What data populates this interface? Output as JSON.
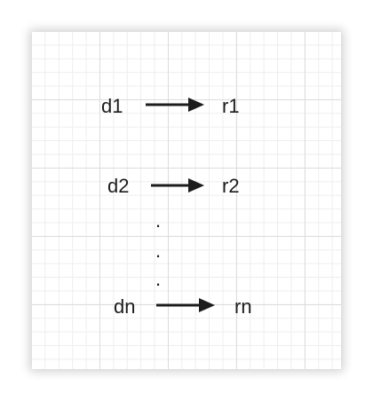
{
  "diagram": {
    "rows": [
      {
        "domain": "d1",
        "range": "r1"
      },
      {
        "domain": "d2",
        "range": "r2"
      },
      {
        "domain": "dn",
        "range": "rn"
      }
    ],
    "ellipsis": ".",
    "colors": {
      "ink": "#1c1c1c",
      "grid_major": "#dcdcdc",
      "grid_minor": "#eeeeee"
    }
  }
}
